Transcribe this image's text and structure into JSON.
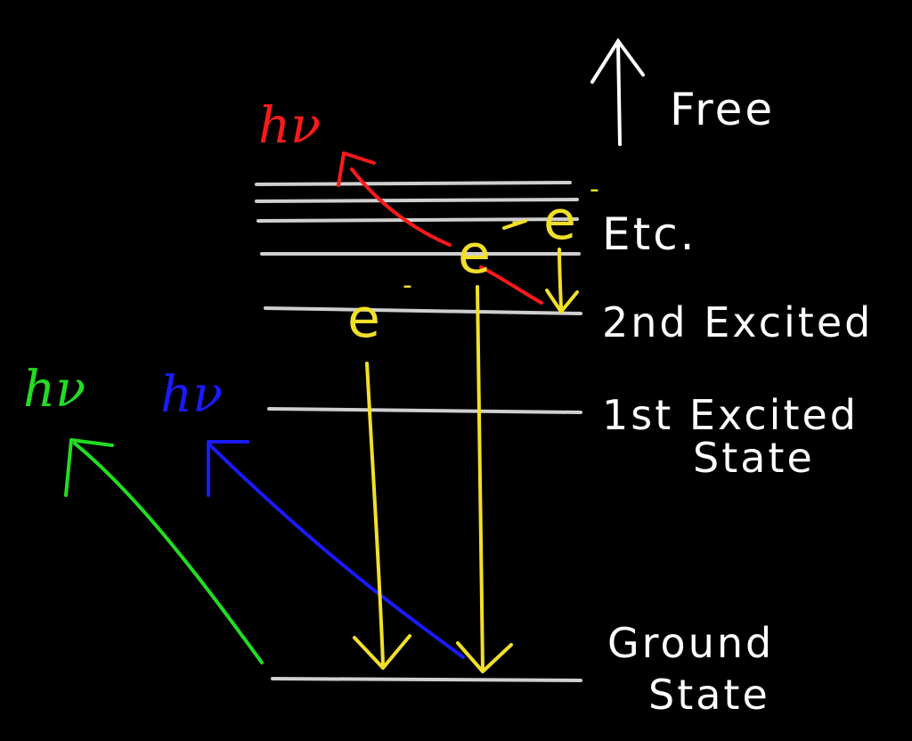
{
  "labels": {
    "free": "Free",
    "etc": "Etc.",
    "second_excited": "2nd Excited",
    "first_excited_line1": "1st Excited",
    "first_excited_line2": "State",
    "ground_line1": "Ground",
    "ground_line2": "State"
  },
  "photon_label": "hν",
  "electron_label": "e",
  "electron_charge": "-",
  "colors": {
    "background": "#000000",
    "levels": "#cfcfcf",
    "text": "#ffffff",
    "electron": "#f2df2a",
    "photon_red": "#ff1a1a",
    "photon_blue": "#1a1aff",
    "photon_green": "#22dd22"
  },
  "icons": {
    "up_arrow": "up-arrow-icon",
    "down_arrow": "down-arrow-icon"
  }
}
